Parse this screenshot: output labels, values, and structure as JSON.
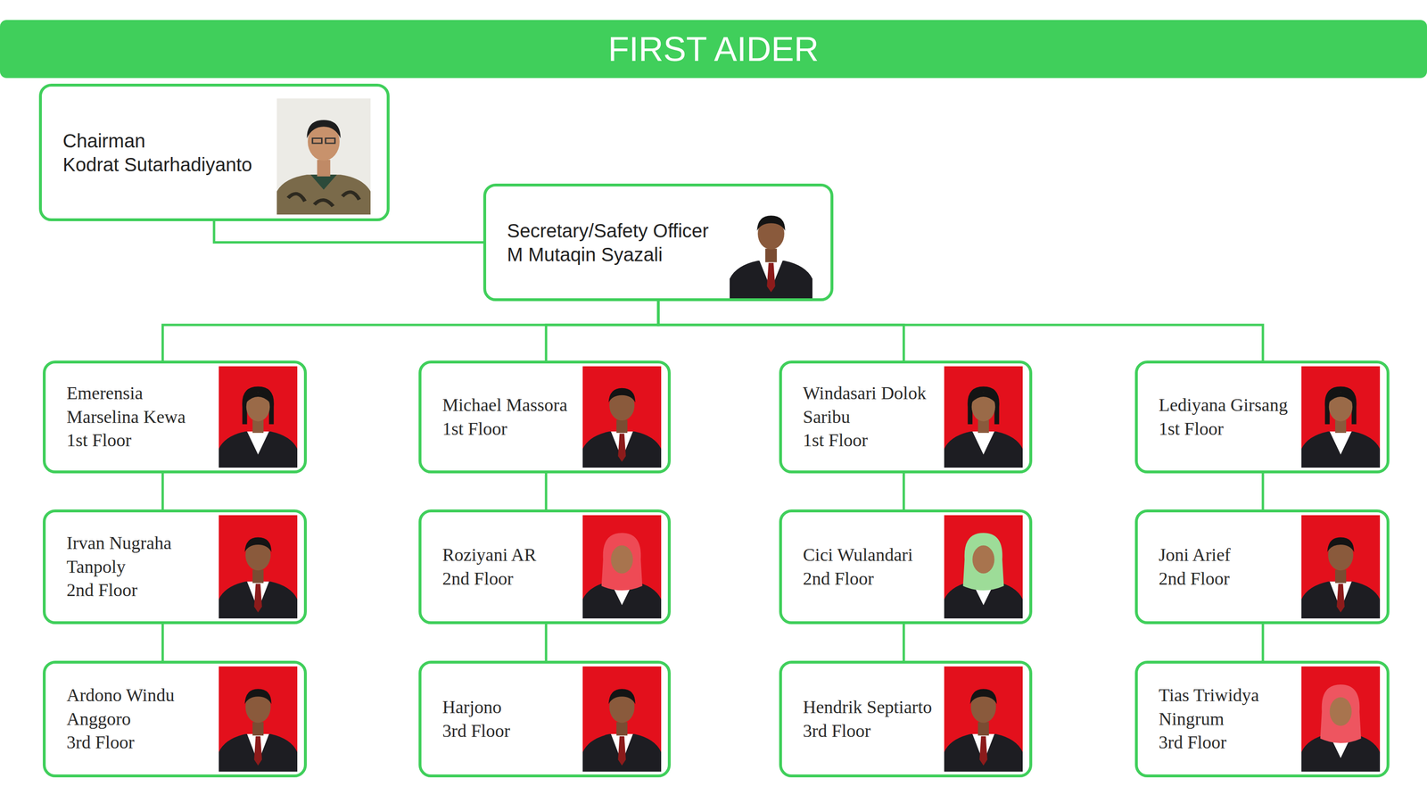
{
  "diagram": {
    "title": "FIRST AIDER",
    "nodes": [
      {
        "text": [
          "Chairman",
          "Kodrat Sutarhadiyanto"
        ]
      },
      {
        "text": [
          "Secretary/Safety Officer",
          "M Mutaqin Syazali"
        ]
      },
      {
        "text": [
          "Emerensia Marselina Kewa",
          "1st Floor"
        ]
      },
      {
        "text": [
          "Michael Massora",
          "1st Floor"
        ]
      },
      {
        "text": [
          "Windasari Dolok Saribu",
          "1st Floor"
        ]
      },
      {
        "text": [
          "Lediyana Girsang",
          "1st Floor"
        ]
      },
      {
        "text": [
          "Irvan Nugraha Tanpoly",
          "2nd Floor"
        ]
      },
      {
        "text": [
          "Roziyani AR",
          "2nd Floor"
        ]
      },
      {
        "text": [
          "Cici Wulandari",
          "2nd Floor"
        ]
      },
      {
        "text": [
          "Joni Arief",
          "2nd Floor"
        ]
      },
      {
        "text": [
          "Ardono Windu Anggoro",
          "3rd Floor"
        ]
      },
      {
        "text": [
          "Harjono",
          "3rd Floor"
        ]
      },
      {
        "text": [
          "Hendrik Septiarto",
          "3rd Floor"
        ]
      },
      {
        "text": [
          "Tias Triwidya Ningrum",
          "3rd Floor"
        ]
      }
    ],
    "edges": [
      {
        "from": 0,
        "to": 1,
        "arrow": "none"
      },
      {
        "from": 1,
        "to": 2,
        "arrow": "none"
      },
      {
        "from": 1,
        "to": 3,
        "arrow": "none"
      },
      {
        "from": 1,
        "to": 4,
        "arrow": "none"
      },
      {
        "from": 1,
        "to": 5,
        "arrow": "none"
      },
      {
        "from": 2,
        "to": 6,
        "arrow": "none"
      },
      {
        "from": 6,
        "to": 10,
        "arrow": "none"
      },
      {
        "from": 3,
        "to": 7,
        "arrow": "none"
      },
      {
        "from": 7,
        "to": 11,
        "arrow": "none"
      },
      {
        "from": 4,
        "to": 8,
        "arrow": "none"
      },
      {
        "from": 8,
        "to": 12,
        "arrow": "none"
      },
      {
        "from": 5,
        "to": 9,
        "arrow": "none"
      },
      {
        "from": 9,
        "to": 13,
        "arrow": "none"
      }
    ]
  }
}
